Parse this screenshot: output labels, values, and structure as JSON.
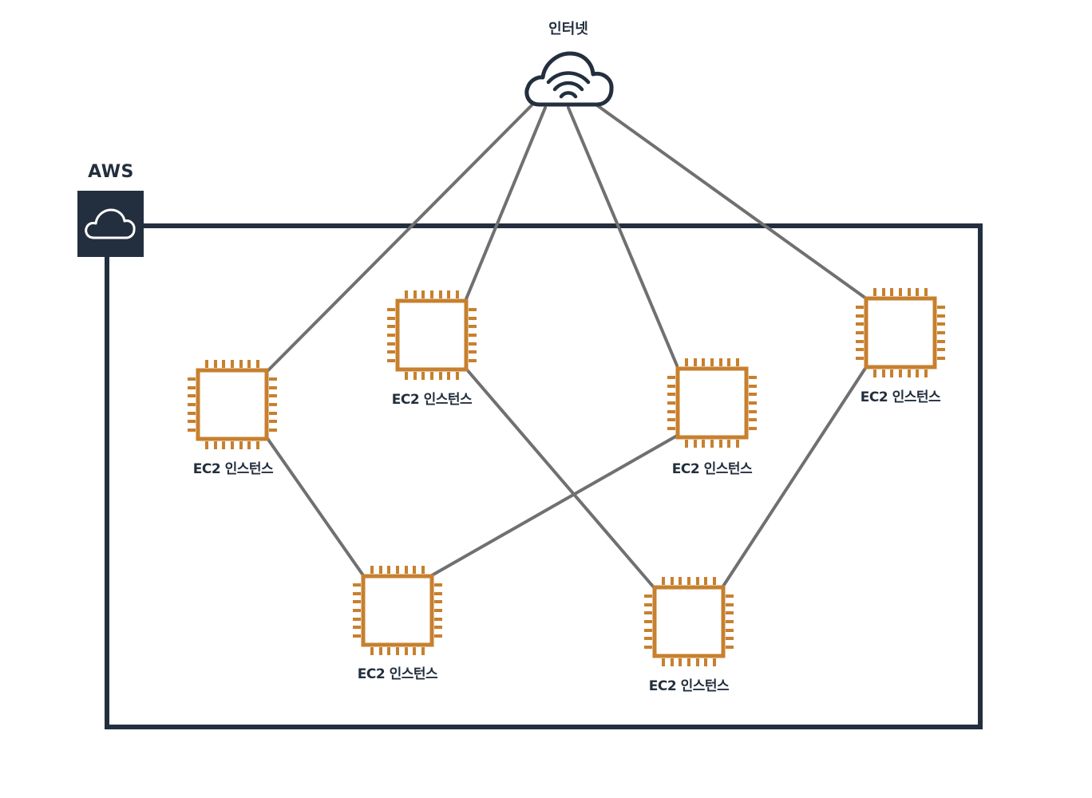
{
  "internet": {
    "label": "인터넷"
  },
  "aws": {
    "label": "AWS"
  },
  "instances": [
    {
      "label": "EC2 인스턴스"
    },
    {
      "label": "EC2 인스턴스"
    },
    {
      "label": "EC2 인스턴스"
    },
    {
      "label": "EC2 인스턴스"
    },
    {
      "label": "EC2 인스턴스"
    },
    {
      "label": "EC2 인스턴스"
    }
  ],
  "colors": {
    "border": "#232f3e",
    "connector": "#707070",
    "chip": "#c7802f",
    "icon_fill": "#232f3e"
  },
  "icons": {
    "internet": "cloud-wifi-icon",
    "aws": "aws-cloud-icon",
    "instance": "ec2-chip-icon"
  }
}
